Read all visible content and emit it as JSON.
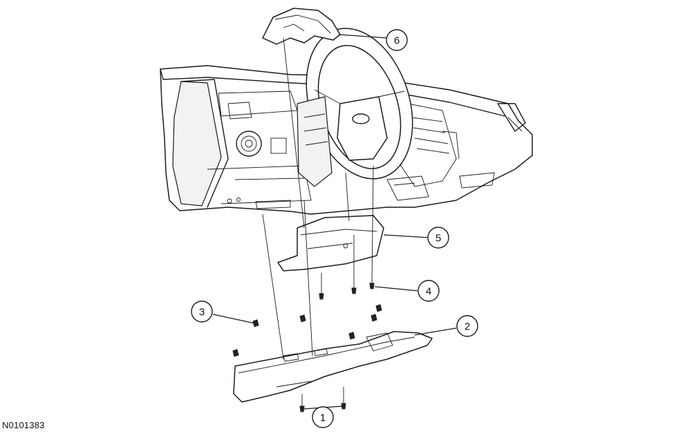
{
  "figure": {
    "id": "N0101383",
    "callouts": [
      {
        "number": "1",
        "part": "screws"
      },
      {
        "number": "2",
        "part": "steering column lower trim panel"
      },
      {
        "number": "3",
        "part": "pushpin retainers"
      },
      {
        "number": "4",
        "part": "screws"
      },
      {
        "number": "5",
        "part": "steering column lower shroud"
      },
      {
        "number": "6",
        "part": "steering column upper shroud"
      }
    ]
  }
}
